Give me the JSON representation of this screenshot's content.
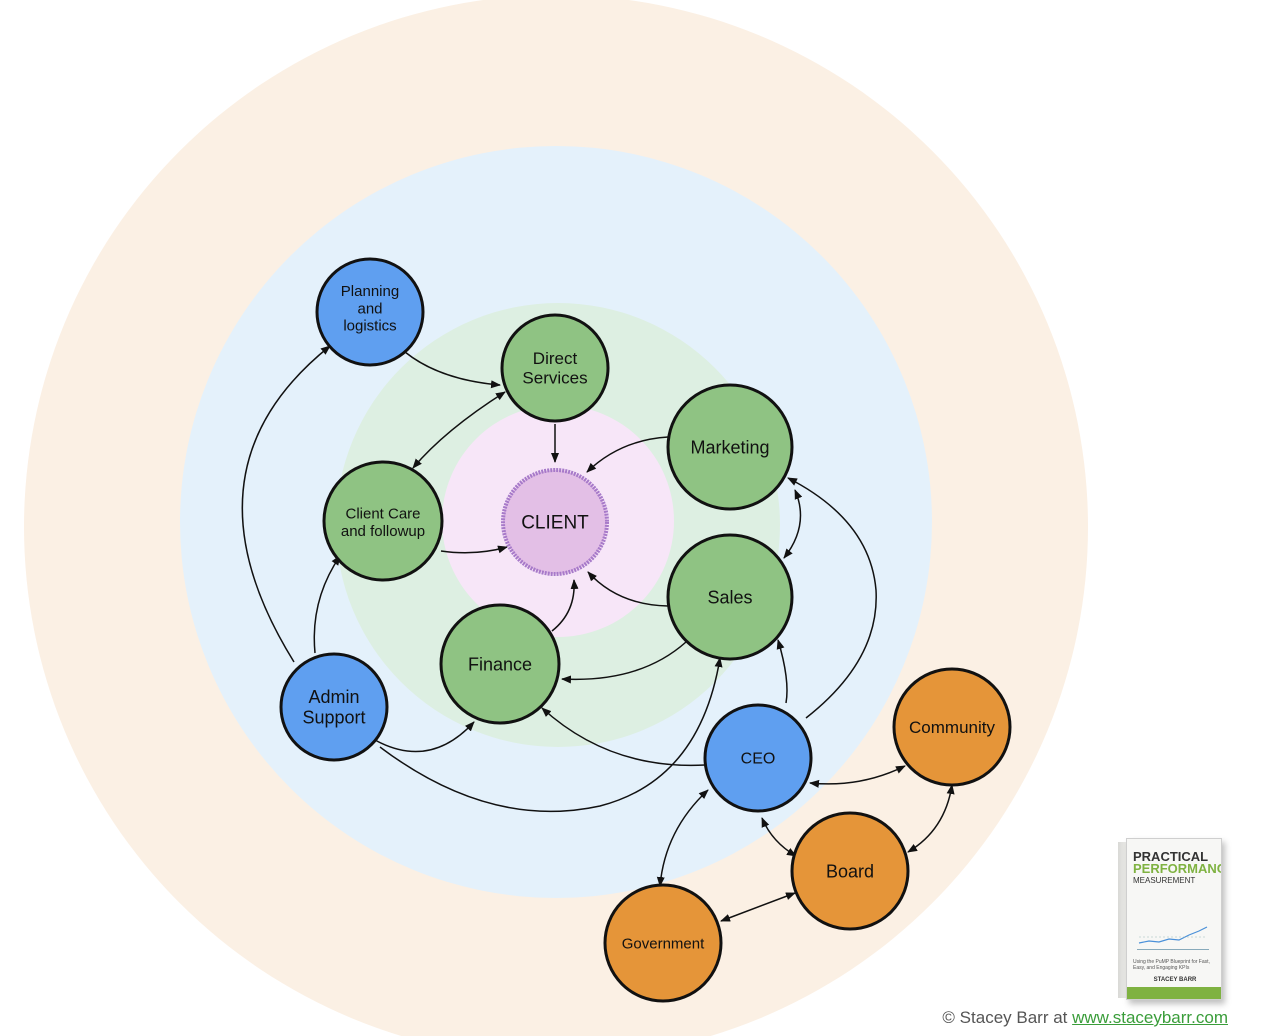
{
  "nodes": {
    "client": {
      "label": [
        "CLIENT"
      ]
    },
    "direct_services": {
      "label": [
        "Direct",
        "Services"
      ]
    },
    "planning": {
      "label": [
        "Planning",
        "and",
        "logistics"
      ]
    },
    "marketing": {
      "label": [
        "Marketing"
      ]
    },
    "client_care": {
      "label": [
        "Client Care",
        "and followup"
      ]
    },
    "sales": {
      "label": [
        "Sales"
      ]
    },
    "finance": {
      "label": [
        "Finance"
      ]
    },
    "admin_support": {
      "label": [
        "Admin",
        "Support"
      ]
    },
    "ceo": {
      "label": [
        "CEO"
      ]
    },
    "community": {
      "label": [
        "Community"
      ]
    },
    "board": {
      "label": [
        "Board"
      ]
    },
    "government": {
      "label": [
        "Government"
      ]
    }
  },
  "colors": {
    "outer_ring": "#fbf0e4",
    "middle_ring": "#e4f1fb",
    "inner_ring": "#ddefe2",
    "core_ring": "#f7e6f8",
    "client_fill": "#e3bfe6",
    "client_border": "#a77ac9",
    "green_node": "#8fc383",
    "blue_node": "#5f9ff0",
    "orange_node": "#e59539",
    "link_color": "#3a9d3a"
  },
  "footer": {
    "copyright": "© Stacey Barr at ",
    "link": "www.staceybarr.com"
  },
  "book": {
    "title_1": "PRACTICAL",
    "title_2": "PERFORMANCE",
    "title_3": "MEASUREMENT",
    "tagline": "Using the PuMP Blueprint for Fast, Easy, and Engaging KPIs",
    "author": "STACEY BARR"
  }
}
